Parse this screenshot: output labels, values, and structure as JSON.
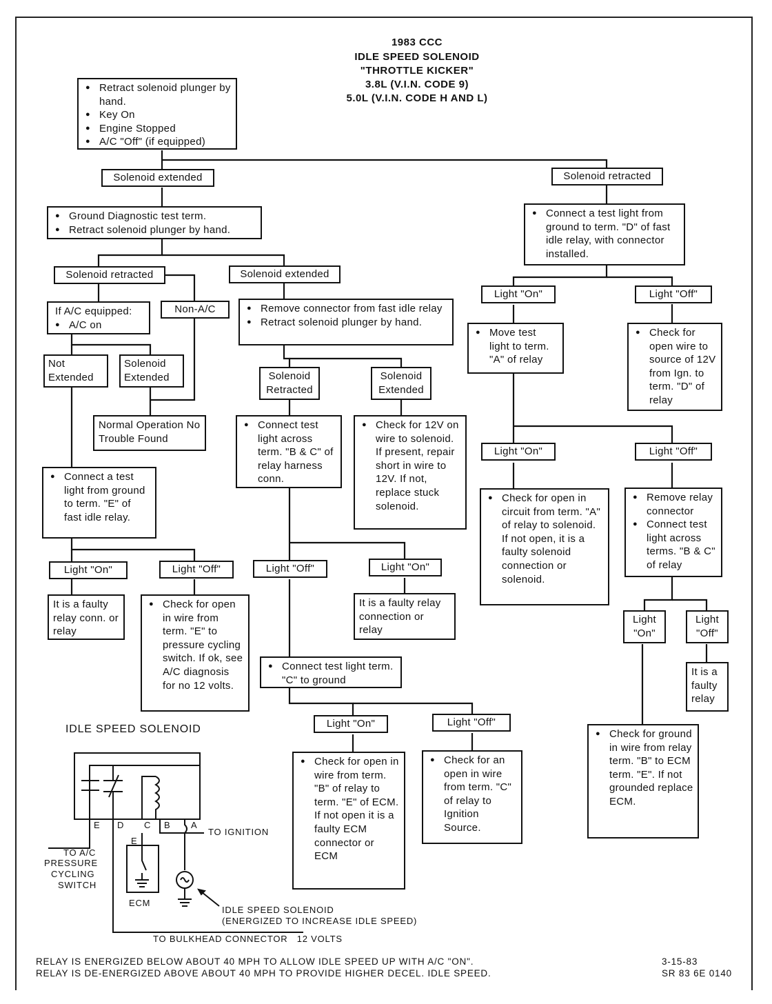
{
  "header": {
    "line1": "1983 CCC",
    "line2": "IDLE SPEED SOLENOID",
    "line3": "\"THROTTLE KICKER\"",
    "line4": "3.8L (V.I.N. CODE 9)",
    "line5": "5.0L (V.I.N. CODE H AND L)"
  },
  "start": {
    "items": [
      "Retract solenoid plunger by hand.",
      "Key On",
      "Engine Stopped",
      "A/C \"Off\" (if equipped)"
    ]
  },
  "branch_left": {
    "label": "Solenoid extended",
    "step": {
      "items": [
        "Ground Diagnostic test term.",
        "Retract solenoid plunger by hand."
      ]
    },
    "retracted": {
      "label": "Solenoid retracted",
      "ac_box": {
        "text": "If A/C equipped:",
        "items": [
          "A/C on"
        ]
      },
      "non_ac": "Non-A/C",
      "not_extended": "Not Extended",
      "extended": "Solenoid Extended",
      "normal": "Normal Operation No Trouble Found",
      "connect_e": {
        "items": [
          "Connect a test light from ground to term. \"E\" of fast idle relay."
        ]
      },
      "light_on": "Light \"On\"",
      "light_off": "Light \"Off\"",
      "faulty_relay": "It is a faulty relay conn. or relay",
      "check_open_e": {
        "items": [
          "Check for open in wire from term. \"E\" to pressure cycling switch. If ok, see A/C diagnosis for no 12 volts."
        ]
      }
    },
    "extended": {
      "label": "Solenoid extended",
      "remove_connector": {
        "items": [
          "Remove connector from fast idle relay",
          "Retract solenoid plunger by hand."
        ]
      },
      "retracted_lbl": "Solenoid Retracted",
      "extended_lbl": "Solenoid Extended",
      "connect_bc": {
        "items": [
          "Connect test light across term. \"B & C\" of relay harness conn."
        ]
      },
      "check_12v": {
        "items": [
          "Check for 12V on wire to solenoid. If present, repair short in wire to 12V. If not, replace stuck solenoid."
        ]
      },
      "light_off": "Light \"Off\"",
      "light_on": "Light \"On\"",
      "faulty_conn": "It is a faulty relay connection or relay",
      "connect_c": {
        "items": [
          "Connect test light term. \"C\" to ground"
        ]
      },
      "light_on2": "Light \"On\"",
      "light_off2": "Light \"Off\"",
      "check_open_b": {
        "items": [
          "Check for open in wire from term. \"B\" of relay to term. \"E\" of ECM. If not open it is a faulty ECM connector or ECM"
        ]
      },
      "check_open_c": {
        "items": [
          "Check for an open in wire from term. \"C\" of relay to Ignition Source."
        ]
      }
    }
  },
  "branch_right": {
    "label": "Solenoid retracted",
    "connect_d": {
      "items": [
        "Connect a test light from ground to term. \"D\" of fast idle relay, with connector installed."
      ]
    },
    "light_on": "Light \"On\"",
    "light_off": "Light \"Off\"",
    "move_test": {
      "items": [
        "Move test light to term. \"A\" of relay"
      ]
    },
    "check_12v_d": {
      "items": [
        "Check for open wire to source of 12V from Ign. to term. \"D\" of relay"
      ]
    },
    "light_on2": "Light \"On\"",
    "light_off2": "Light \"Off\"",
    "check_open_a": {
      "items": [
        "Check for open in circuit from term. \"A\" of relay to solenoid. If not open, it is a faulty solenoid connection or solenoid."
      ]
    },
    "remove_relay": {
      "items": [
        "Remove relay connector",
        "Connect test light across terms. \"B & C\" of relay"
      ]
    },
    "light_on3": "Light \"On\"",
    "light_off3": "Light \"Off\"",
    "faulty_relay": "It is a faulty relay",
    "check_ground": {
      "items": [
        "Check for ground in wire from relay term. \"B\" to ECM term. \"E\". If not grounded replace ECM."
      ]
    }
  },
  "schematic": {
    "title": "IDLE SPEED SOLENOID",
    "term_e": "E",
    "term_d": "D",
    "term_c": "C",
    "term_b": "B",
    "term_a": "A",
    "ecm_e": "E",
    "to_ignition": "TO IGNITION",
    "to_ac": "TO A/C",
    "pressure": "PRESSURE",
    "cycling": "CYCLING",
    "switch": "SWITCH",
    "ecm": "ECM",
    "iss_label": "IDLE SPEED SOLENOID",
    "iss_sub": "(ENERGIZED TO INCREASE IDLE SPEED)",
    "bulkhead": "TO BULKHEAD CONNECTOR   12 VOLTS"
  },
  "footer": {
    "note1": "RELAY IS ENERGIZED BELOW ABOUT 40 MPH TO ALLOW IDLE SPEED UP WITH A/C \"ON\".",
    "note2": "RELAY IS DE-ENERGIZED ABOVE ABOUT 40 MPH TO PROVIDE HIGHER DECEL. IDLE SPEED.",
    "date": "3-15-83",
    "code": "SR 83 6E 0140"
  }
}
